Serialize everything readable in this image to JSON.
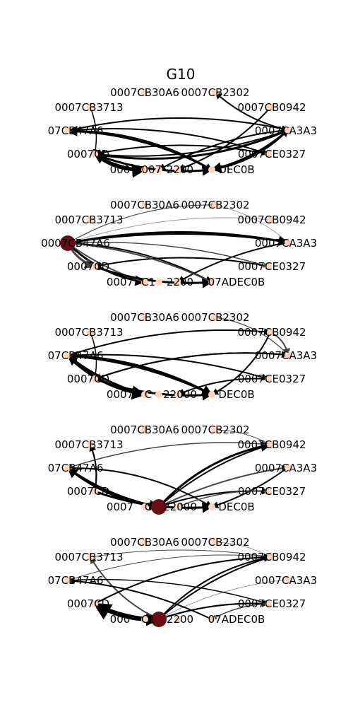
{
  "figure": {
    "title": "G10",
    "colors": {
      "node_light": "#fbd5c0",
      "node_dark": "#6b0d14",
      "edge_dark": "#000000",
      "edge_mid": "#444444",
      "edge_light": "#9a9a9a",
      "background": "#ffffff"
    }
  },
  "panels": [
    {
      "labels": {
        "a30a6": "0007CB30A6",
        "b2302": "0007CB2302",
        "b3713": "0007CB3713",
        "b0942": "0007CB0942",
        "b47a6": "07CB47A6",
        "a3a3": "0007CA3A3",
        "dd": "0007CD",
        "e0327": "0007CE0327",
        "u1": "000",
        "u2": "0007",
        "u3": "2200",
        "dec0b": "DEC0B"
      }
    },
    {
      "labels": {
        "a30a6": "0007CB30A6",
        "b2302": "0007CB2302",
        "b3713": "0007CB3713",
        "b0942": "0007CB0942",
        "b47a6": "0007CB47A6",
        "a3a3": "0007CA3A3",
        "dd": "0007CD",
        "e0327": "0007CE0327",
        "u1": "0007",
        "u2": "C1",
        "u3": "2200",
        "dec0b": "07ADEC0B"
      }
    },
    {
      "labels": {
        "a30a6": "0007CB30A6",
        "b2302": "0007CB2302",
        "b3713": "0007CB3713",
        "b0942": "0007CB0942",
        "b47a6": "07CB47A6",
        "a3a3": "0007CA3A3",
        "dd": "0007CD",
        "e0327": "0007CE0327",
        "u1": "0007",
        "u2": "C",
        "u3": "22000",
        "dec0b": "DEC0B"
      }
    },
    {
      "labels": {
        "a30a6": "0007CB30A6",
        "b2302": "0007CB2302",
        "b3713": "0007CB3713",
        "b0942": "0007CB0942",
        "b47a6": "07CB47A6",
        "a3a3": "0007CA3A3",
        "dd": "0007CD",
        "e0327": "0007CE0327",
        "u1": "0007",
        "u2": "C",
        "u3": "22000",
        "dec0b": "DEC0B"
      }
    },
    {
      "labels": {
        "a30a6": "0007CB30A6",
        "b2302": "0007CB2302",
        "b3713": "0007CB3713",
        "b0942": "0007CB0942",
        "b47a6": "07CB47A6",
        "a3a3": "0007CA3A3",
        "dd": "0007CD",
        "e0327": "0007CE0327",
        "u1": "000",
        "u2": "C1",
        "u3": "2200",
        "dec0b": "07ADEC0B"
      }
    }
  ]
}
